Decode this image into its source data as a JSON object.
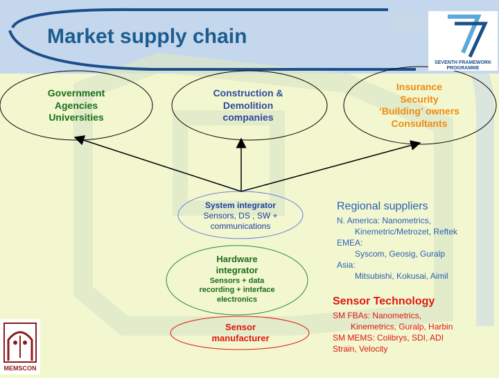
{
  "header": {
    "title": "Market supply chain"
  },
  "logos": {
    "fp7": {
      "text": "SEVENTH FRAMEWORK PROGRAMME",
      "accent": "#5aa9dc"
    },
    "memscon": {
      "text": "MEMSCON",
      "accent": "#8b1a1a"
    }
  },
  "nodes": {
    "government": {
      "lines": [
        "Government",
        "Agencies",
        "Universities"
      ],
      "color": "#1a6e1a"
    },
    "construction": {
      "lines": [
        "Construction &",
        "Demolition",
        "companies"
      ],
      "color": "#2e4aa0"
    },
    "insurance": {
      "lines": [
        "Insurance",
        "Security",
        "‘Building’ owners",
        "Consultants"
      ],
      "color": "#f08a10"
    },
    "system_integrator": {
      "title": "System integrator",
      "lines": [
        "Sensors, DS , SW +",
        "communications"
      ]
    },
    "hardware_integrator": {
      "title_lines": [
        "Hardware",
        "integrator"
      ],
      "sub_lines": [
        "Sensors + data",
        "recording + interface",
        "electronics"
      ]
    },
    "sensor_manufacturer": {
      "lines": [
        "Sensor",
        "manufacturer"
      ]
    }
  },
  "regional_suppliers": {
    "heading": "Regional suppliers",
    "lines": [
      "N. America: Nanometrics,",
      "Kinemetric/Metrozet, Reftek",
      "EMEA:",
      "Syscom, Geosig, Guralp",
      "Asia:",
      "Mitsubishi, Kokusai, Aimil"
    ]
  },
  "sensor_technology": {
    "heading": "Sensor Technology",
    "lines": [
      "SM FBAs: Nanometrics,",
      "Kinemetrics, Guralp, Harbin",
      "SM MEMS: Colibrys, SDI, ADI",
      "Strain, Velocity"
    ]
  }
}
